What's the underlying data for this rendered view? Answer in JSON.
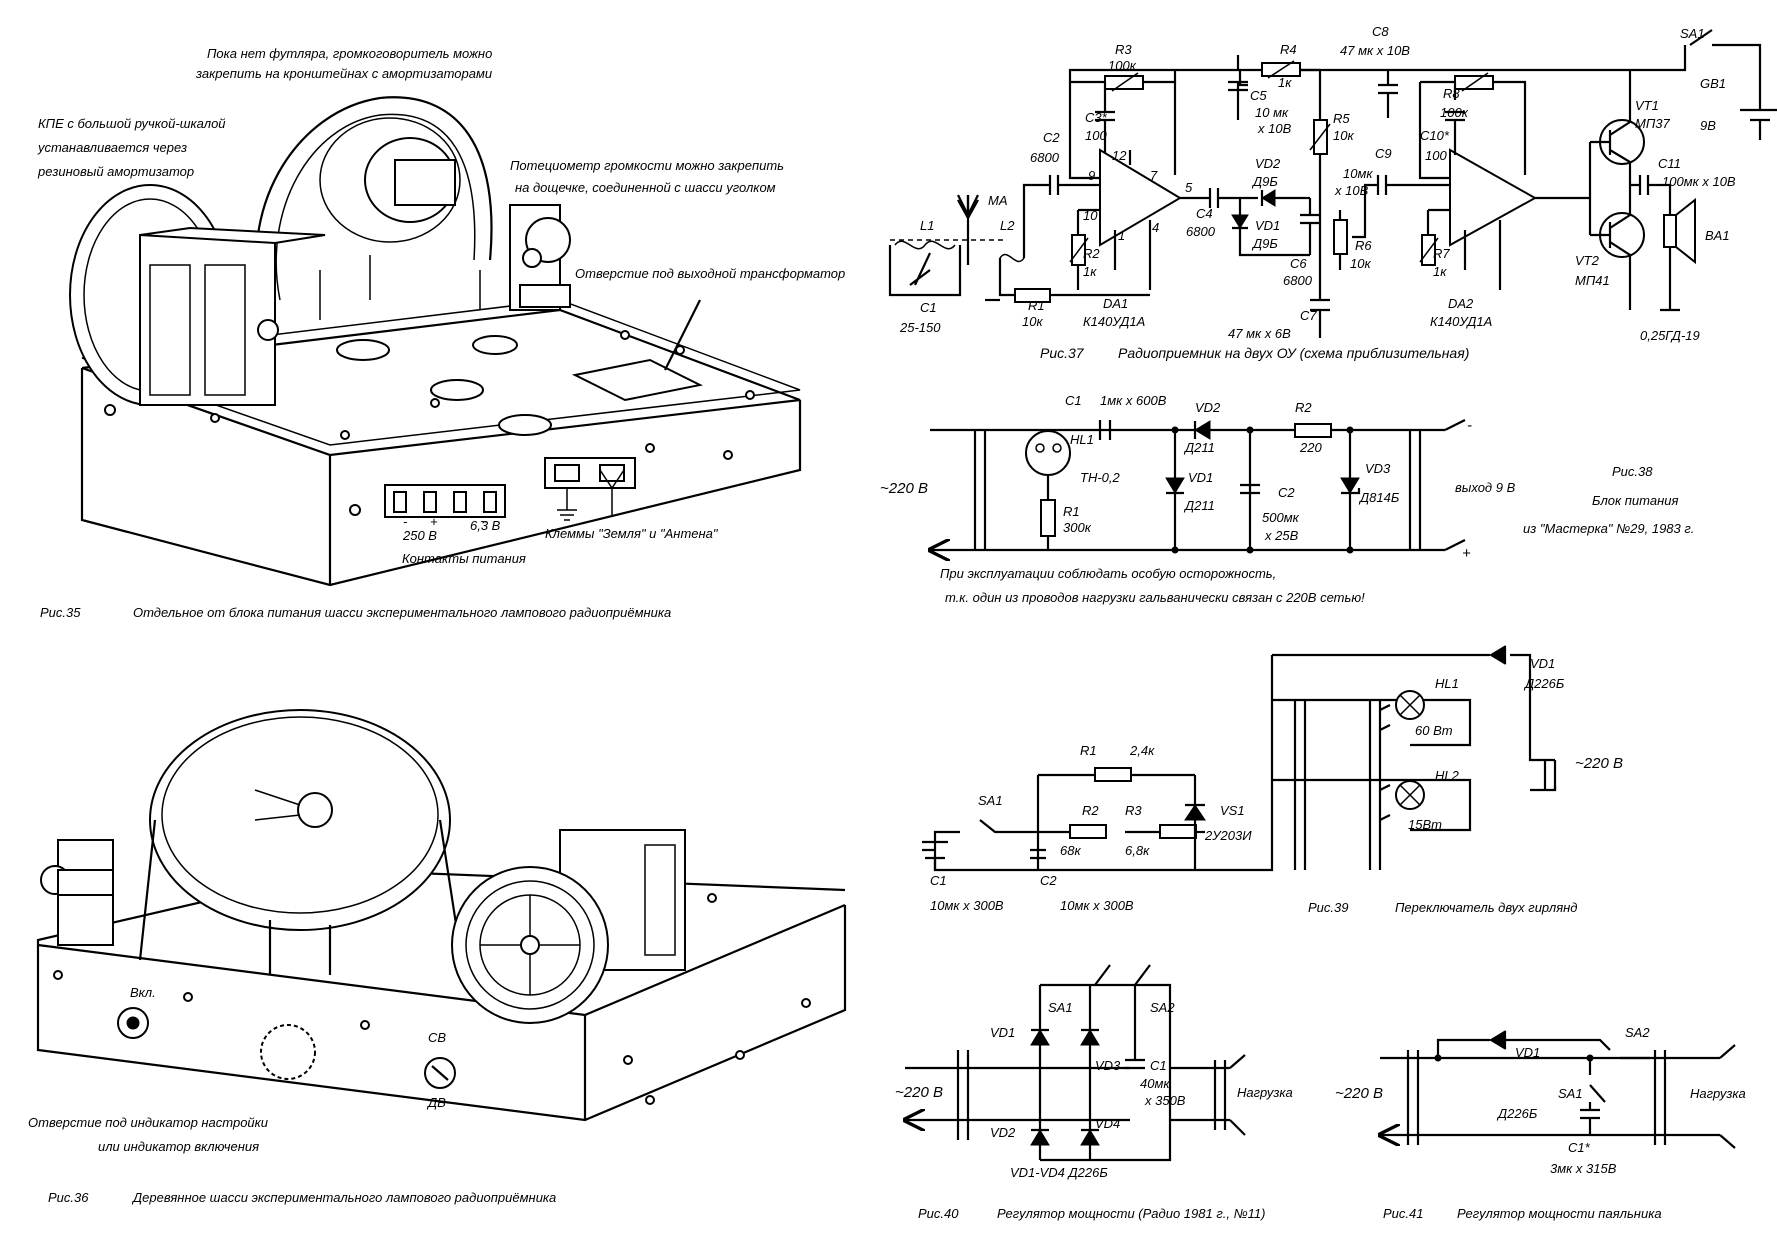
{
  "fig35": {
    "note_speaker_1": "Пока нет футляра, громкоговоритель можно",
    "note_speaker_2": "закрепить на кронштейнах с амортизаторами",
    "note_kpe_1": "КПЕ с большой ручкой-шкалой",
    "note_kpe_2": "устанавливается через",
    "note_kpe_3": "резиновый амортизатор",
    "note_pot_1": "Потециометр громкости можно закрепить",
    "note_pot_2": "на дощечке, соединенной с шасси уголком",
    "note_transformer": "Отверстие под выходной трансформатор",
    "minus": "-",
    "plus": "+",
    "tilde": "~",
    "v250": "250 В",
    "v63": "6,3 В",
    "power_contacts": "Контакты питания",
    "terminals": "Клеммы  \"Земля\"  и \"Антена\"",
    "fig_num": "Рис.35",
    "caption": "Отдельное от блока питания шасси экспериментального  лампового радиоприёмника"
  },
  "fig36": {
    "switch_on": "Вкл.",
    "sv": "СВ",
    "dv": "ДВ",
    "note_indicator_1": "Отверстие под индикатор настройки",
    "note_indicator_2": "или индикатор включения",
    "fig_num": "Рис.36",
    "caption": "Деревянное шасси экспериментального лампового радиоприёмника"
  },
  "fig37": {
    "r3": "R3",
    "r3v": "100к",
    "c3": "C3*",
    "c3v": "100",
    "c2": "C2",
    "c2v": "6800",
    "r4": "R4",
    "r4v": "1к",
    "c5": "C5",
    "c5v1": "10 мк",
    "c5v2": "x 10В",
    "c8": "C8",
    "c8v": "47 мк x 10В",
    "r5": "R5",
    "r5v": "10к",
    "r8": "R8",
    "r8v": "100к",
    "c10": "C10*",
    "c10v": "100",
    "c9": "C9",
    "c9v1": "10мк",
    "c9v2": "x 10В",
    "sa1": "SA1",
    "gb1": "GB1",
    "gb1v": "9В",
    "vt1": "VT1",
    "vt1v": "МП37",
    "vt2": "VT2",
    "vt2v": "МП41",
    "c11": "C11",
    "c11v": "100мк x 10В",
    "ba1": "BA1",
    "speaker": "0,25ГД-19",
    "ma": "МА",
    "l1": "L1",
    "l2": "L2",
    "c1": "C1",
    "c1v": "25-150",
    "r1": "R1",
    "r1v": "10к",
    "r2": "R2",
    "r2v": "1к",
    "da1": "DA1",
    "da1v": "К140УД1А",
    "da2": "DA2",
    "da2v": "К140УД1А",
    "c4": "C4",
    "c4v": "6800",
    "vd2": "VD2",
    "vd2v": "Д9Б",
    "vd1": "VD1",
    "vd1v": "Д9Б",
    "c6": "C6",
    "c6v": "6800",
    "c7": "C7",
    "c7v": "47 мк x 6В",
    "r6": "R6",
    "r6v": "10к",
    "r7": "R7",
    "r7v": "1к",
    "pin12": "12",
    "pin9": "9",
    "pin7": "7",
    "pin5": "5",
    "pin10": "10",
    "pin1": "1",
    "pin4": "4",
    "fig_num": "Рис.37",
    "caption": "Радиоприемник на двух ОУ (схема приблизительная)"
  },
  "fig38": {
    "c1": "C1",
    "c1v": "1мк x 600В",
    "vd2": "VD2",
    "vd2v": "Д211",
    "r2": "R2",
    "r2v": "220",
    "hl1": "HL1",
    "hl1v": "ТН-0,2",
    "vd1": "VD1",
    "vd1v": "Д211",
    "c2": "C2",
    "c2v1": "500мк",
    "c2v2": "x 25В",
    "vd3": "VD3",
    "vd3v": "Д814Б",
    "r1": "R1",
    "r1v": "300к",
    "input": "~220 В",
    "output": "выход  9 В",
    "minus": "-",
    "plus": "+",
    "fig_num": "Рис.38",
    "title": "Блок питания",
    "source": "из \"Мастерка\" №29, 1983 г.",
    "warn1": "При эксплуатации соблюдать особую осторожность,",
    "warn2": "т.к. один из проводов нагрузки гальванически связан с 220В сетью!"
  },
  "fig39": {
    "vd1": "VD1",
    "vd1v": "Д226Б",
    "hl1": "HL1",
    "hl1v": "60 Вт",
    "hl2": "HL2",
    "hl2v": "15Вт",
    "input": "~220 В",
    "r1": "R1",
    "r1v": "2,4к",
    "r2": "R2",
    "r2v": "68к",
    "r3": "R3",
    "r3v": "6,8к",
    "sa1": "SA1",
    "vs1": "VS1",
    "vs1v": "2У203И",
    "c1": "C1",
    "c1v": "10мк x 300В",
    "c2": "C2",
    "c2v": "10мк x 300В",
    "fig_num": "Рис.39",
    "caption": "Переключатель двух гирлянд"
  },
  "fig40": {
    "sa1": "SA1",
    "sa2": "SA2",
    "vd1": "VD1",
    "vd2": "VD2",
    "vd3": "VD3",
    "vd4": "VD4",
    "c1": "C1",
    "c1v1": "40мк",
    "c1v2": "x 350В",
    "input": "~220 В",
    "load": "Нагрузка",
    "diodes": "VD1-VD4 Д226Б",
    "fig_num": "Рис.40",
    "caption": "Регулятор мощности (Радио 1981 г., №11)"
  },
  "fig41": {
    "sa2": "SA2",
    "sa1": "SA1",
    "vd1": "VD1",
    "vd1v": "Д226Б",
    "c1": "C1*",
    "c1v": "3мк x 315В",
    "input": "~220 В",
    "load": "Нагрузка",
    "fig_num": "Рис.41",
    "caption": "Регулятор мощности паяльника"
  }
}
